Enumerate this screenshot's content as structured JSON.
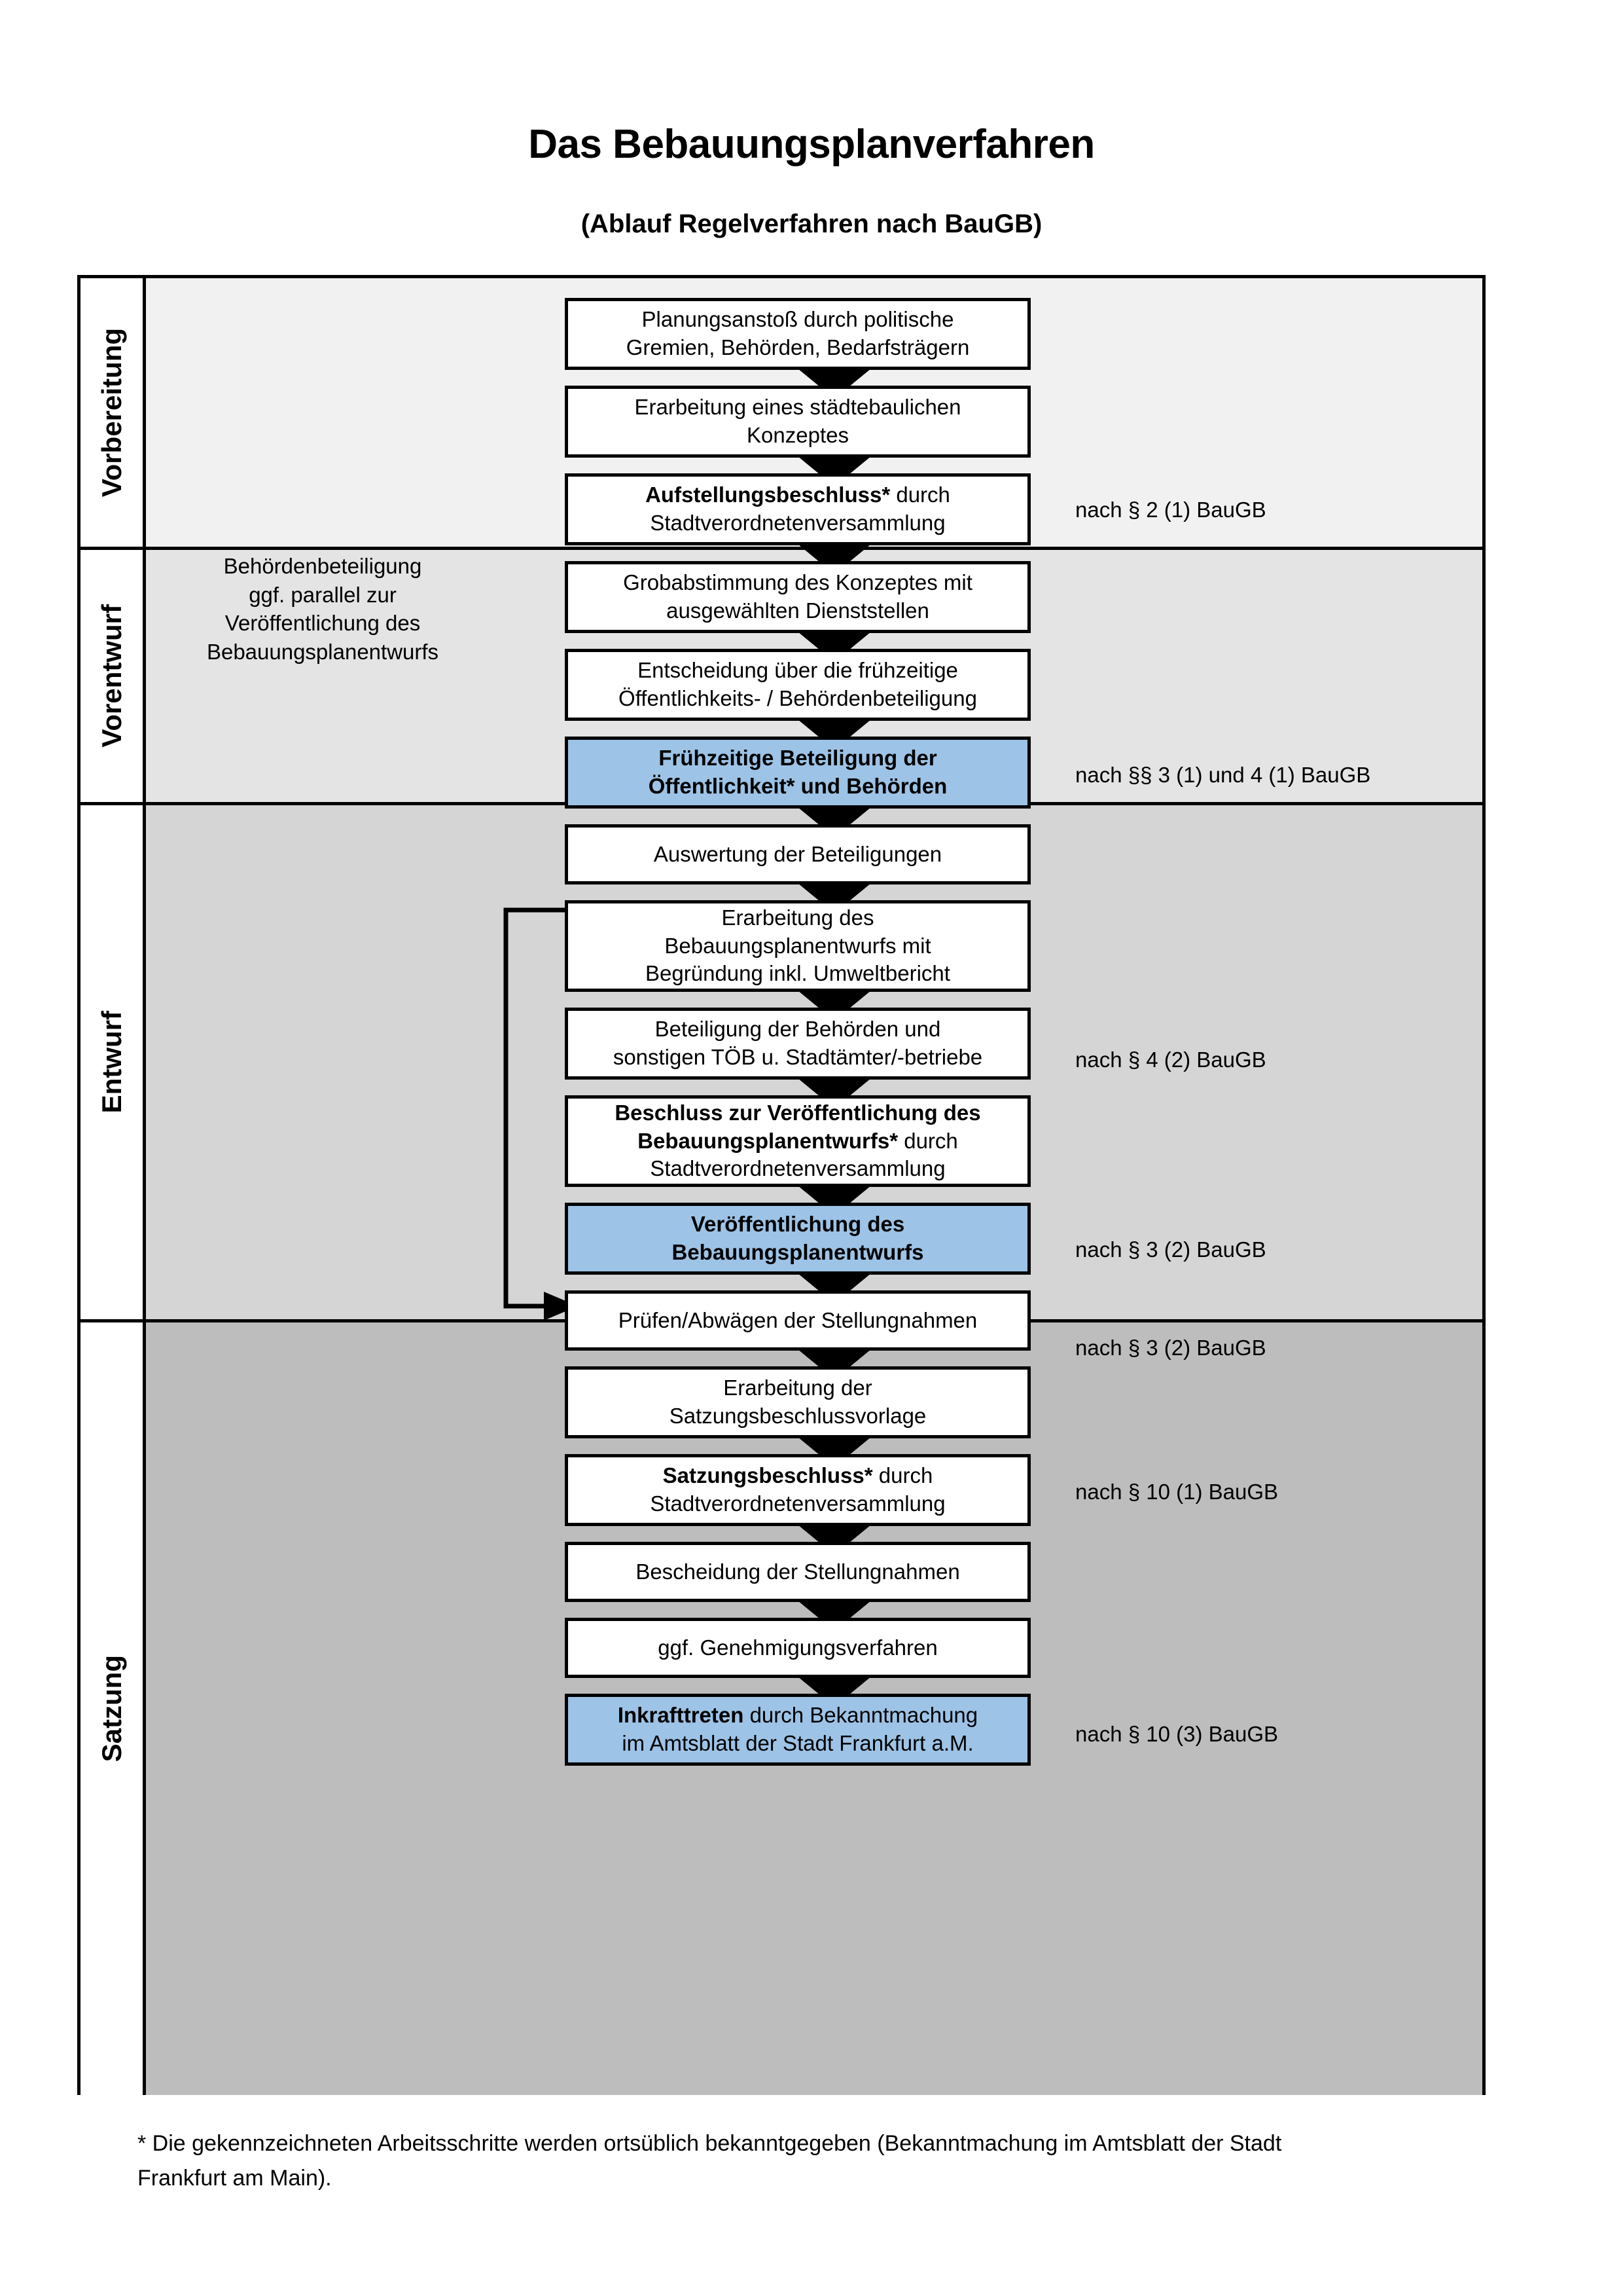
{
  "header": {
    "title": "Das Bebauungsplanverfahren",
    "subtitle": "(Ablauf Regelverfahren nach BauGB)"
  },
  "phases": [
    {
      "label": "Vorbereitung",
      "bg": "#F1F1F1"
    },
    {
      "label": "Vorentwurf",
      "bg": "#E4E4E4"
    },
    {
      "label": "Entwurf",
      "bg": "#D5D5D5"
    },
    {
      "label": "Satzung",
      "bg": "#BDBDBD"
    }
  ],
  "steps": [
    {
      "lines": [
        "Planungsanstoß durch politische",
        "Gremien, Behörden, Bedarfsträgern"
      ],
      "highlight": false
    },
    {
      "lines": [
        "Erarbeitung eines städtebaulichen",
        "Konzeptes"
      ],
      "highlight": false
    },
    {
      "bold_prefix": "Aufstellungsbeschluss*",
      "rest": " durch",
      "lines2": [
        "Stadtverordnetenversammlung"
      ],
      "highlight": false
    },
    {
      "lines": [
        "Grobabstimmung des Konzeptes mit",
        "ausgewählten Dienststellen"
      ],
      "highlight": false
    },
    {
      "lines": [
        "Entscheidung über die frühzeitige",
        "Öffentlichkeits- / Behördenbeteiligung"
      ],
      "highlight": false
    },
    {
      "lines": [
        "Frühzeitige Beteiligung der",
        "Öffentlichkeit* und Behörden"
      ],
      "highlight": true,
      "bold": true
    },
    {
      "lines": [
        "Auswertung der Beteiligungen"
      ],
      "highlight": false
    },
    {
      "lines": [
        "Erarbeitung des",
        "Bebauungsplanentwurfs mit",
        "Begründung inkl. Umweltbericht"
      ],
      "highlight": false
    },
    {
      "lines": [
        "Beteiligung der Behörden und",
        "sonstigen TÖB u. Stadtämter/-betriebe"
      ],
      "highlight": false
    },
    {
      "bold_prefix": "Beschluss zur Veröffentlichung des Bebauungsplanentwurfs*",
      "rest": " durch",
      "lines2": [
        "Stadtverordnetenversammlung"
      ],
      "highlight": false
    },
    {
      "lines": [
        "Veröffentlichung des",
        "Bebauungsplanentwurfs"
      ],
      "highlight": true,
      "bold": true
    },
    {
      "lines": [
        "Prüfen/Abwägen der Stellungnahmen"
      ],
      "highlight": false
    },
    {
      "lines": [
        "Erarbeitung der",
        "Satzungsbeschlussvorlage"
      ],
      "highlight": false
    },
    {
      "bold_prefix": "Satzungsbeschluss*",
      "rest": " durch",
      "lines2": [
        "Stadtverordnetenversammlung"
      ],
      "highlight": false
    },
    {
      "lines": [
        "Bescheidung der Stellungnahmen"
      ],
      "highlight": false
    },
    {
      "lines": [
        "ggf. Genehmigungsverfahren"
      ],
      "highlight": false
    },
    {
      "bold_prefix": "Inkrafttreten",
      "rest": " durch Bekanntmachung",
      "lines2": [
        "im Amtsblatt der Stadt Frankfurt a.M."
      ],
      "highlight": true
    }
  ],
  "step_texts": {
    "s1_l1": "Planungsanstoß durch politische",
    "s1_l2": "Gremien, Behörden, Bedarfsträgern",
    "s2_l1": "Erarbeitung eines städtebaulichen",
    "s2_l2": "Konzeptes",
    "s3_bold": "Aufstellungsbeschluss*",
    "s3_rest": " durch",
    "s3_l2": "Stadtverordnetenversammlung",
    "s4_l1": "Grobabstimmung des Konzeptes mit",
    "s4_l2": "ausgewählten Dienststellen",
    "s5_l1": "Entscheidung über die frühzeitige",
    "s5_l2": "Öffentlichkeits- / Behördenbeteiligung",
    "s6_l1": "Frühzeitige Beteiligung der",
    "s6_l2": "Öffentlichkeit* und Behörden",
    "s7_l1": "Auswertung der Beteiligungen",
    "s8_l1": "Erarbeitung des",
    "s8_l2": "Bebauungsplanentwurfs mit",
    "s8_l3": "Begründung inkl. Umweltbericht",
    "s9_l1": "Beteiligung der Behörden und",
    "s9_l2": "sonstigen TÖB u. Stadtämter/-betriebe",
    "s10_bold1": "Beschluss zur Veröffentlichung des",
    "s10_bold2": "Bebauungsplanentwurfs*",
    "s10_rest": " durch",
    "s10_l3": "Stadtverordnetenversammlung",
    "s11_l1": "Veröffentlichung des",
    "s11_l2": "Bebauungsplanentwurfs",
    "s12_l1": "Prüfen/Abwägen der Stellungnahmen",
    "s13_l1": "Erarbeitung der",
    "s13_l2": "Satzungsbeschlussvorlage",
    "s14_bold": "Satzungsbeschluss*",
    "s14_rest": " durch",
    "s14_l2": "Stadtverordnetenversammlung",
    "s15_l1": "Bescheidung der Stellungnahmen",
    "s16_l1": "ggf. Genehmigungsverfahren",
    "s17_bold": "Inkrafttreten",
    "s17_rest": " durch Bekanntmachung",
    "s17_l2": "im Amtsblatt der Stadt Frankfurt a.M."
  },
  "law_references": [
    {
      "text": "nach § 2 (1) BauGB"
    },
    {
      "text": "nach §§ 3 (1) und 4 (1) BauGB"
    },
    {
      "text": "nach § 4 (2) BauGB"
    },
    {
      "text": "nach § 3 (2) BauGB"
    },
    {
      "text": "nach § 3 (2) BauGB"
    },
    {
      "text": "nach § 10 (1) BauGB"
    },
    {
      "text": "nach § 10 (3) BauGB"
    }
  ],
  "side_note": {
    "l1": "Behördenbeteiligung",
    "l2": "ggf. parallel zur",
    "l3": "Veröffentlichung des",
    "l4": "Bebauungsplanentwurfs"
  },
  "footnote": {
    "l1": "* Die gekennzeichneten Arbeitsschritte werden ortsüblich bekanntgegeben (Bekanntmachung im Amtsblatt  der Stadt",
    "l2": "Frankfurt am Main)."
  },
  "colors": {
    "highlight_blue": "#9DC3E6",
    "phase1_bg": "#F1F1F1",
    "phase2_bg": "#E4E4E4",
    "phase3_bg": "#D5D5D5",
    "phase4_bg": "#BDBDBD",
    "line": "#000000"
  }
}
